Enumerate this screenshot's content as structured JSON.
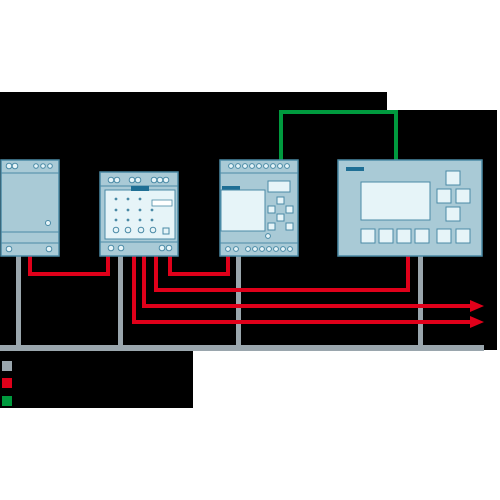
{
  "colors": {
    "background": "#ffffff",
    "panel": "#000000",
    "device_fill": "#a9cad6",
    "device_stroke": "#4a8aa6",
    "screen_fill": "#e6f4f8",
    "rail": "#9aa6ad",
    "power_red": "#e0001a",
    "ethernet_green": "#009a3e",
    "brand_bar": "#1f6f95"
  },
  "devices": [
    {
      "id": "power-supply",
      "kind": "power supply module"
    },
    {
      "id": "input-module",
      "kind": "expansion module"
    },
    {
      "id": "logic-module",
      "kind": "logic module with display"
    },
    {
      "id": "hmi-panel",
      "kind": "text display panel"
    }
  ],
  "legend": [
    {
      "swatch": "gray",
      "color": "#9aa6ad",
      "text": ""
    },
    {
      "swatch": "red",
      "color": "#e0001a",
      "text": ""
    },
    {
      "swatch": "green",
      "color": "#009a3e",
      "text": ""
    }
  ],
  "arrows": [
    {
      "id": "output-1",
      "color": "red"
    },
    {
      "id": "output-2",
      "color": "red"
    },
    {
      "id": "output-3",
      "color": "red"
    }
  ]
}
